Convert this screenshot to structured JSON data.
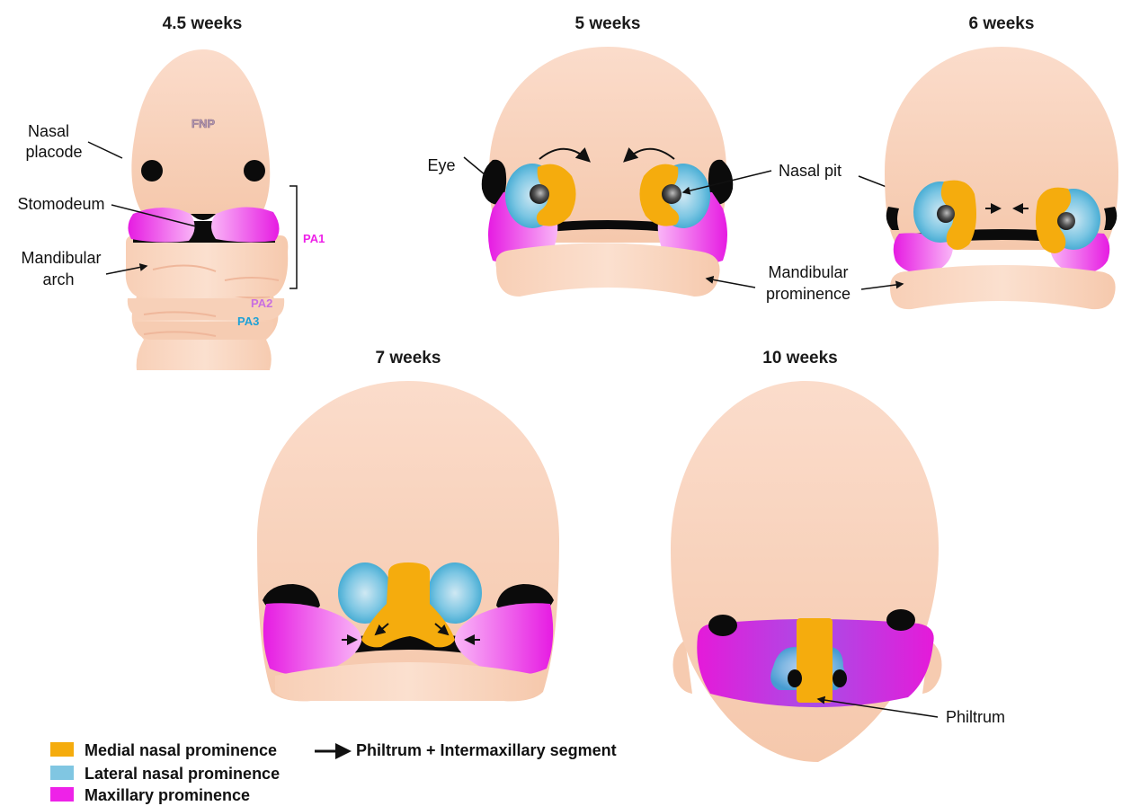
{
  "stages": {
    "s45": "4.5 weeks",
    "s5": "5 weeks",
    "s6": "6 weeks",
    "s7": "7 weeks",
    "s10": "10 weeks"
  },
  "labels": {
    "fnp": "FNP",
    "nasal_placode_1": "Nasal",
    "nasal_placode_2": "placode",
    "stomodeum": "Stomodeum",
    "mandibular_arch_1": "Mandibular",
    "mandibular_arch_2": "arch",
    "pa1": "PA1",
    "pa2": "PA2",
    "pa3": "PA3",
    "eye": "Eye",
    "nasal_pit": "Nasal pit",
    "mandibular_prominence_1": "Mandibular",
    "mandibular_prominence_2": "prominence",
    "philtrum": "Philtrum"
  },
  "legend": {
    "medial": "Medial nasal prominence",
    "medial_result": "Philtrum + Intermaxillary segment",
    "lateral": "Lateral nasal prominence",
    "maxillary": "Maxillary prominence"
  },
  "colors": {
    "skin": "#f7d2ba",
    "medial_nasal": "#f5ac0d",
    "lateral_nasal": "#4aaed1",
    "maxillary": "#ee22e8",
    "pa1_label": "#ee22e8",
    "pa2_label": "#c86fe0",
    "pa3_label": "#1fa1d6"
  }
}
